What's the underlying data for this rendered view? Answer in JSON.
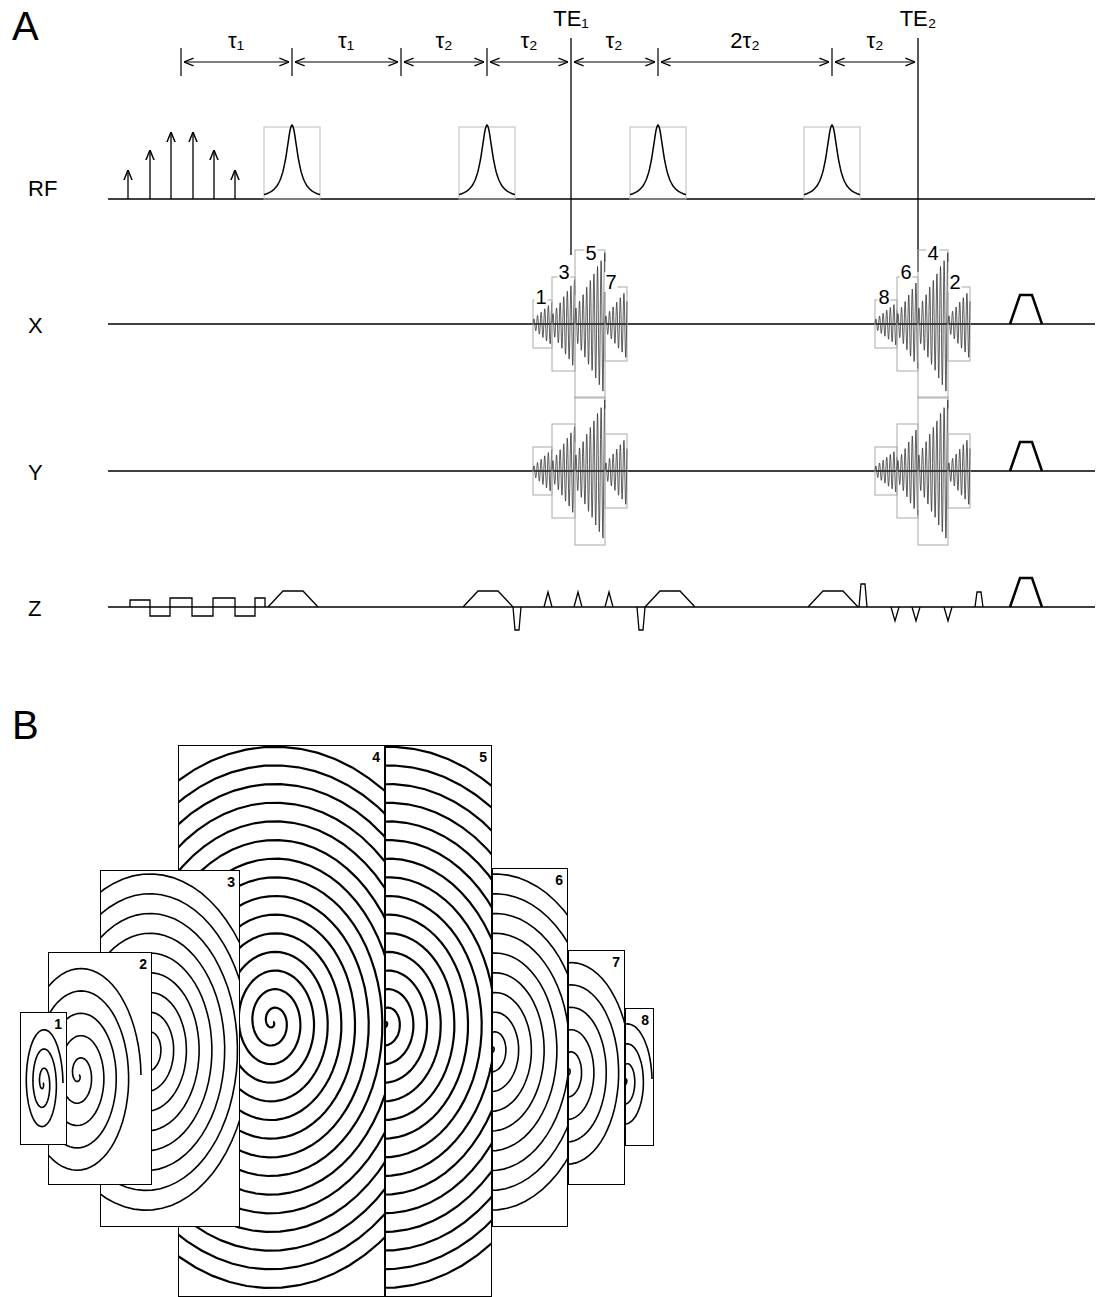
{
  "diagram": {
    "nodes": [
      {
        "text": [
          "1"
        ]
      },
      {
        "text": [
          "2"
        ]
      },
      {
        "text": [
          "3"
        ]
      },
      {
        "text": [
          "4"
        ]
      },
      {
        "text": [
          "5"
        ]
      },
      {
        "text": [
          "6"
        ]
      },
      {
        "text": [
          "7"
        ]
      },
      {
        "text": [
          "8"
        ]
      }
    ],
    "labels": [
      "A",
      "τ₁",
      "τ₁",
      "τ₂",
      "τ₂",
      "τ₂",
      "2τ₂",
      "τ₂",
      "TE₁",
      "TE₂",
      "RF",
      "X",
      "Y",
      "Z",
      "1",
      "3",
      "5",
      "7",
      "8",
      "6",
      "4",
      "2",
      "B"
    ]
  }
}
